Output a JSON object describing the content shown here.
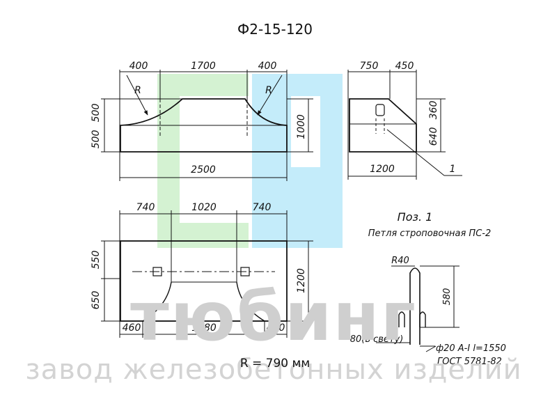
{
  "title": "Ф2-15-120",
  "r_label": "R = 790 мм",
  "watermark": {
    "brand": "тюбинг",
    "tagline": "завод железобетонных изделий"
  },
  "top_view": {
    "dims_top": [
      "400",
      "1700",
      "400"
    ],
    "dim_bottom": "2500",
    "dims_left": [
      "500",
      "500"
    ],
    "dim_right": "1000",
    "radius_mark": "R"
  },
  "side_view": {
    "dims_top": [
      "750",
      "450"
    ],
    "dim_bottom": "1200",
    "dims_right": [
      "360",
      "640"
    ],
    "callout": "1"
  },
  "plan_view": {
    "dims_top": [
      "740",
      "1020",
      "740"
    ],
    "dims_bottom": [
      "460",
      "1580",
      "460"
    ],
    "dims_left": [
      "550",
      "650"
    ],
    "dim_right": "1200"
  },
  "loop_detail": {
    "title": "Поз. 1",
    "subtitle": "Петля строповочная ПС-2",
    "radius": "R40",
    "height": "580",
    "clearance": "80(в свету)",
    "spec": "ф20  A-I  l=1550",
    "gost": "ГОСТ 5781-82"
  },
  "colors": {
    "logo_green": "#d4f2d2",
    "logo_blue": "#c4ecfa",
    "line": "#111111"
  }
}
